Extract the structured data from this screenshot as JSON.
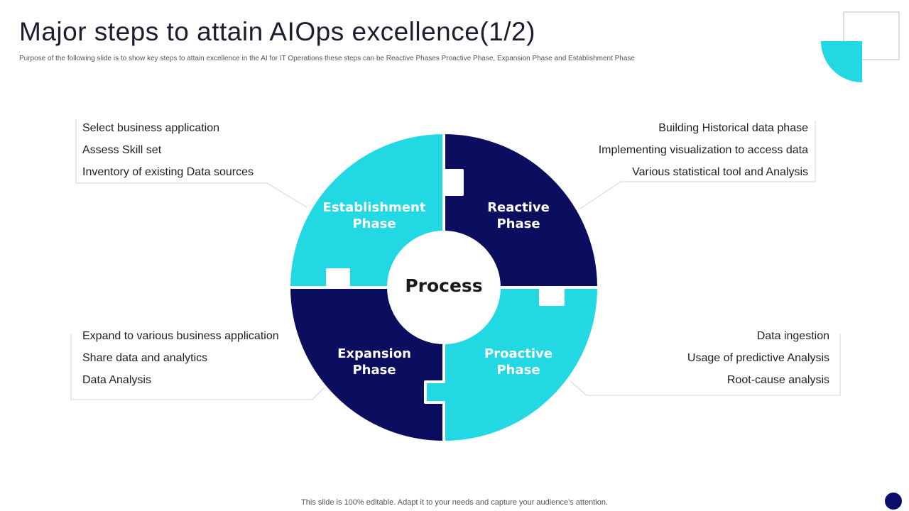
{
  "slide": {
    "title": "Major steps to attain AIOps excellence(1/2)",
    "subtitle": "Purpose of the following slide is to show key steps to attain excellence in the AI for IT Operations these steps can be Reactive Phases Proactive Phase, Expansion Phase and Establishment Phase",
    "footer": "This slide is 100% editable. Adapt it to your needs and capture your audience's attention."
  },
  "colors": {
    "cyan": "#22d8e3",
    "navy": "#0b0d5e",
    "line": "#d4d4d4"
  },
  "diagram": {
    "center_label": "Process",
    "phases": [
      {
        "line1": "Establishment",
        "line2": "Phase",
        "color": "#22d8e3"
      },
      {
        "line1": "Reactive",
        "line2": "Phase",
        "color": "#0b0d5e"
      },
      {
        "line1": "Expansion",
        "line2": "Phase",
        "color": "#0b0d5e"
      },
      {
        "line1": "Proactive",
        "line2": "Phase",
        "color": "#22d8e3"
      }
    ]
  },
  "panels": {
    "establishment": [
      "Select business application",
      "Assess Skill set",
      "Inventory  of existing Data sources"
    ],
    "reactive": [
      "Building Historical data phase",
      "Implementing  visualization to access data",
      "Various statistical tool and Analysis"
    ],
    "expansion": [
      "Expand to various business application",
      "Share data and analytics",
      "Data Analysis"
    ],
    "proactive": [
      "Data ingestion",
      "Usage of predictive Analysis",
      "Root-cause analysis"
    ]
  }
}
